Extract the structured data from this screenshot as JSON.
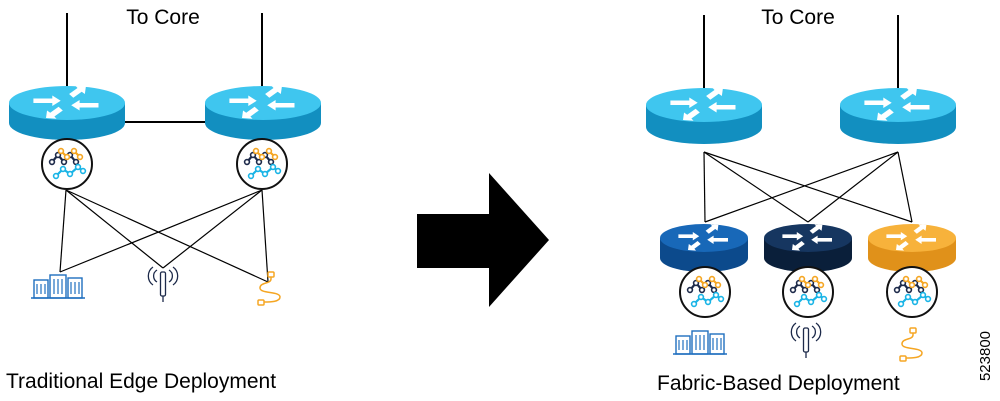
{
  "left": {
    "core_label": "To Core",
    "caption": "Traditional Edge Deployment"
  },
  "right": {
    "core_label": "To Core",
    "caption": "Fabric-Based Deployment"
  },
  "figure_id": "523800",
  "colors": {
    "cyan_router": "#19b4e6",
    "cyan_router_top": "#3fc6ef",
    "blue_router": "#0f5ba8",
    "navy_router": "#0f2a4d",
    "orange_router": "#f5a623",
    "device_blue": "#1f6fbf",
    "device_orange": "#f5a623",
    "arrow": "#000000"
  },
  "icons": {
    "router": "router-icon",
    "fabric": "fabric-node-icon",
    "building": "building-icon",
    "access_point": "wireless-ap-icon",
    "iot": "iot-cable-icon",
    "transition": "right-arrow-icon"
  }
}
